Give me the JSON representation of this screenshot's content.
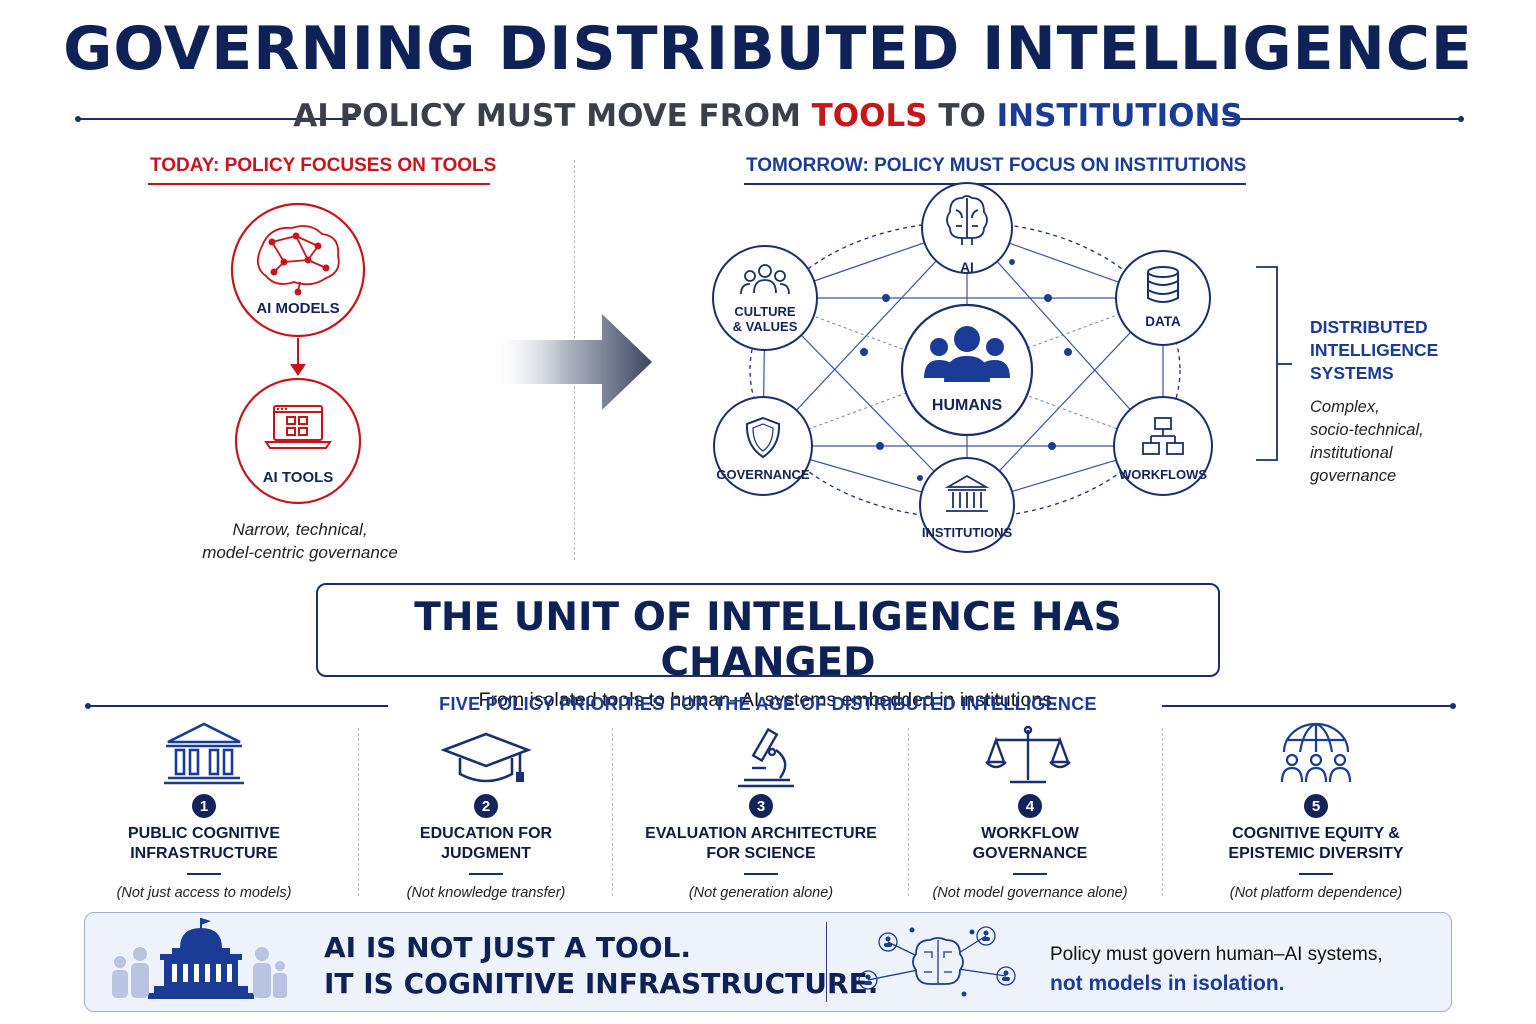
{
  "title": "GOVERNING DISTRIBUTED INTELLIGENCE",
  "subtitle": {
    "prefix": "AI POLICY MUST MOVE FROM ",
    "tools_word": "TOOLS",
    "middle": " TO ",
    "institutions_word": "INSTITUTIONS"
  },
  "today": {
    "heading": "TODAY: POLICY FOCUSES ON TOOLS",
    "nodes": [
      "AI MODELS",
      "AI TOOLS"
    ],
    "caption_line1": "Narrow, technical,",
    "caption_line2": "model-centric governance"
  },
  "tomorrow": {
    "heading": "TOMORROW: POLICY MUST FOCUS ON INSTITUTIONS",
    "center": "HUMANS",
    "nodes": [
      "AI",
      "DATA",
      "WORKFLOWS",
      "INSTITUTIONS",
      "GOVERNANCE",
      "CULTURE & VALUES"
    ],
    "bracket_title_lines": [
      "DISTRIBUTED",
      "INTELLIGENCE",
      "SYSTEMS"
    ],
    "bracket_desc_lines": [
      "Complex,",
      "socio-technical,",
      "institutional",
      "governance"
    ]
  },
  "unit_banner": {
    "headline": "THE UNIT OF INTELLIGENCE HAS CHANGED",
    "subline": "From isolated tools to human–AI systems embedded in institutions."
  },
  "priorities": {
    "heading": "FIVE POLICY PRIORITIES FOR THE AGE OF DISTRIBUTED INTELLIGENCE",
    "items": [
      {
        "num": "1",
        "icon": "institution-columns-icon",
        "line1": "PUBLIC COGNITIVE",
        "line2": "INFRASTRUCTURE",
        "note": "(Not just access to models)"
      },
      {
        "num": "2",
        "icon": "graduation-cap-icon",
        "line1": "EDUCATION FOR",
        "line2": "JUDGMENT",
        "note": "(Not knowledge transfer)"
      },
      {
        "num": "3",
        "icon": "microscope-icon",
        "line1": "EVALUATION ARCHITECTURE",
        "line2": "FOR SCIENCE",
        "note": "(Not generation alone)"
      },
      {
        "num": "4",
        "icon": "scales-icon",
        "line1": "WORKFLOW",
        "line2": "GOVERNANCE",
        "note": "(Not model governance alone)"
      },
      {
        "num": "5",
        "icon": "globe-people-icon",
        "line1": "COGNITIVE EQUITY &",
        "line2": "EPISTEMIC DIVERSITY",
        "note": "(Not platform dependence)"
      }
    ]
  },
  "footer": {
    "left_line1": "AI IS NOT JUST A TOOL.",
    "left_line2": "IT IS COGNITIVE INFRASTRUCTURE.",
    "right_line1": "Policy must govern human–AI systems,",
    "right_line2": "not models in isolation."
  },
  "colors": {
    "navy": "#13245a",
    "red": "#c8151b",
    "blue": "#1b3c96"
  }
}
